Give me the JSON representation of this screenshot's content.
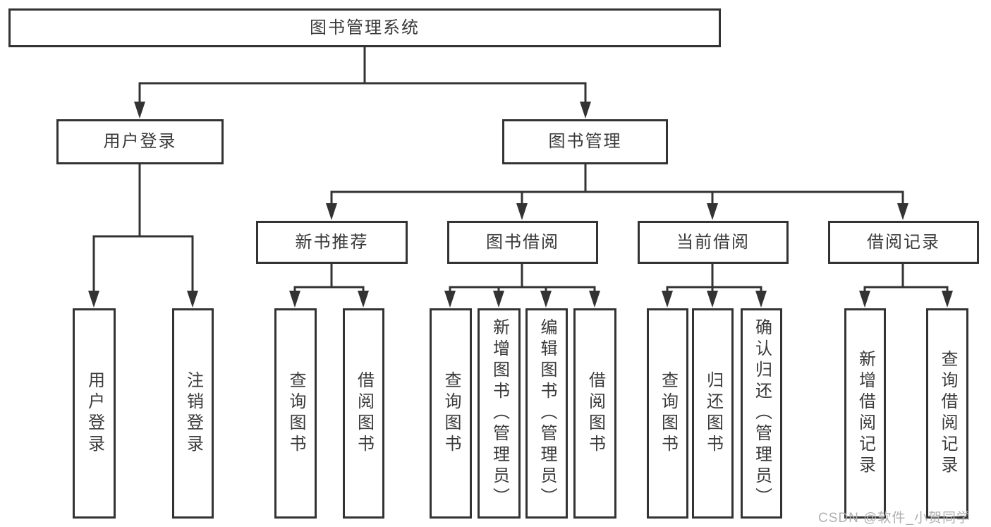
{
  "tree": {
    "label": "图书管理系统",
    "children": [
      {
        "label": "用户登录",
        "children": [
          {
            "label": "用户登录"
          },
          {
            "label": "注销登录"
          }
        ]
      },
      {
        "label": "图书管理",
        "children": [
          {
            "label": "新书推荐",
            "children": [
              {
                "label": "查询图书"
              },
              {
                "label": "借阅图书"
              }
            ]
          },
          {
            "label": "图书借阅",
            "children": [
              {
                "label": "查询图书"
              },
              {
                "label": "新增图书（管理员）"
              },
              {
                "label": "编辑图书（管理员）"
              },
              {
                "label": "借阅图书"
              }
            ]
          },
          {
            "label": "当前借阅",
            "children": [
              {
                "label": "查询图书"
              },
              {
                "label": "归还图书"
              },
              {
                "label": "确认归还（管理员）"
              }
            ]
          },
          {
            "label": "借阅记录",
            "children": [
              {
                "label": "新增借阅记录"
              },
              {
                "label": "查询借阅记录"
              }
            ]
          }
        ]
      }
    ]
  },
  "watermark": {
    "text": "CSDN @软件_小贺同学"
  },
  "colors": {
    "line": "#333333",
    "box_border": "#333333",
    "text": "#3a3a3a",
    "watermark": "#b0b0b0",
    "background": "#ffffff"
  }
}
